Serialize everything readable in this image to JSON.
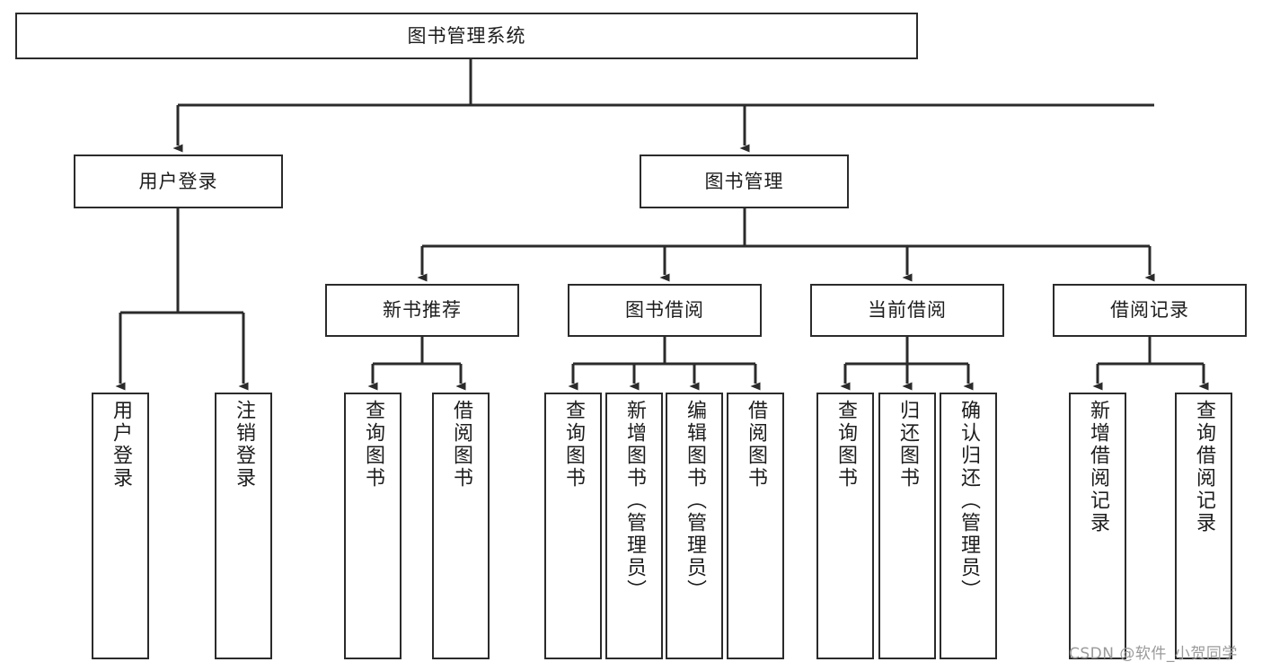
{
  "diagram": {
    "kind": "function-structure-tree",
    "root": {
      "id": "root",
      "label": "图书管理系统"
    },
    "level2": [
      {
        "id": "user-login",
        "label": "用户登录"
      },
      {
        "id": "book-manage",
        "label": "图书管理"
      }
    ],
    "level3": [
      {
        "id": "new-book-rec",
        "label": "新书推荐",
        "parent": "book-manage"
      },
      {
        "id": "book-borrow",
        "label": "图书借阅",
        "parent": "book-manage"
      },
      {
        "id": "current-borrow",
        "label": "当前借阅",
        "parent": "book-manage"
      },
      {
        "id": "borrow-record",
        "label": "借阅记录",
        "parent": "book-manage"
      }
    ],
    "leaves": [
      {
        "id": "leaf-user-login",
        "label": "用户登录",
        "parent": "user-login"
      },
      {
        "id": "leaf-logout",
        "label": "注销登录",
        "parent": "user-login"
      },
      {
        "id": "leaf-query-book-1",
        "label": "查询图书",
        "parent": "new-book-rec"
      },
      {
        "id": "leaf-borrow-book-1",
        "label": "借阅图书",
        "parent": "new-book-rec"
      },
      {
        "id": "leaf-query-book-2",
        "label": "查询图书",
        "parent": "book-borrow"
      },
      {
        "id": "leaf-add-book",
        "label": "新增图书（管理员）",
        "parent": "book-borrow"
      },
      {
        "id": "leaf-edit-book",
        "label": "编辑图书（管理员）",
        "parent": "book-borrow"
      },
      {
        "id": "leaf-borrow-book-2",
        "label": "借阅图书",
        "parent": "book-borrow"
      },
      {
        "id": "leaf-query-book-3",
        "label": "查询图书",
        "parent": "current-borrow"
      },
      {
        "id": "leaf-return-book",
        "label": "归还图书",
        "parent": "current-borrow"
      },
      {
        "id": "leaf-confirm-return",
        "label": "确认归还（管理员）",
        "parent": "current-borrow"
      },
      {
        "id": "leaf-add-record",
        "label": "新增借阅记录",
        "parent": "borrow-record"
      },
      {
        "id": "leaf-query-record",
        "label": "查询借阅记录",
        "parent": "borrow-record"
      }
    ]
  },
  "watermark": {
    "text": "CSDN @软件_小贺同学"
  },
  "colors": {
    "stroke": "#2b2b2b",
    "fill": "#ffffff",
    "text": "#1d1d1d",
    "watermark": "#9a9a9a"
  }
}
